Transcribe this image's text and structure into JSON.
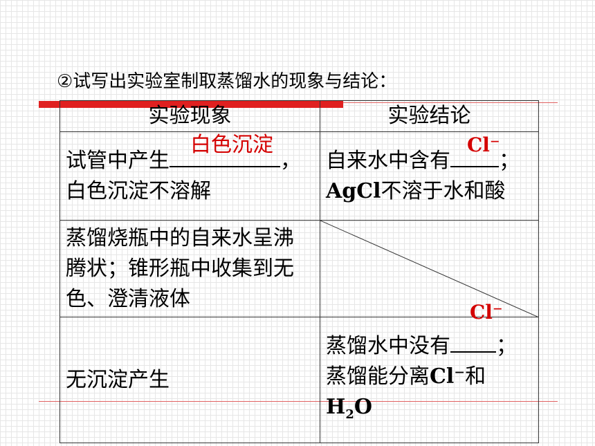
{
  "heading": "②试写出实验室制取蒸馏水的现象与结论：",
  "table": {
    "header": {
      "phenomenon": "实验现象",
      "conclusion": "实验结论"
    },
    "row1": {
      "phen_a": "试管中产生",
      "phen_punct": "，",
      "phen_b": "白色沉淀不溶解",
      "answer_precipitate": "白色沉淀",
      "concl_a": "自来水中含有",
      "concl_punct": "；",
      "concl_b_latin": "AgCl",
      "concl_b_text": "不溶于水和酸",
      "answer_ion": "Cl⁻"
    },
    "row2": {
      "phenomenon": "蒸馏烧瓶中的自来水呈沸腾状；锥形瓶中收集到无色、澄清液体",
      "answer_ion": "Cl⁻"
    },
    "row3": {
      "phenomenon": "无沉淀产生",
      "concl_a": "蒸馏水中没有",
      "concl_punct": "；",
      "concl_b": "蒸馏能分离",
      "concl_b_latin": "Cl⁻",
      "concl_b_and": "和",
      "concl_c_h": "H",
      "concl_c_sub": "2",
      "concl_c_o": "O"
    }
  },
  "colors": {
    "answer": "#d40000",
    "accent_bar": "#e02020",
    "grid": "#e6e6e6"
  }
}
